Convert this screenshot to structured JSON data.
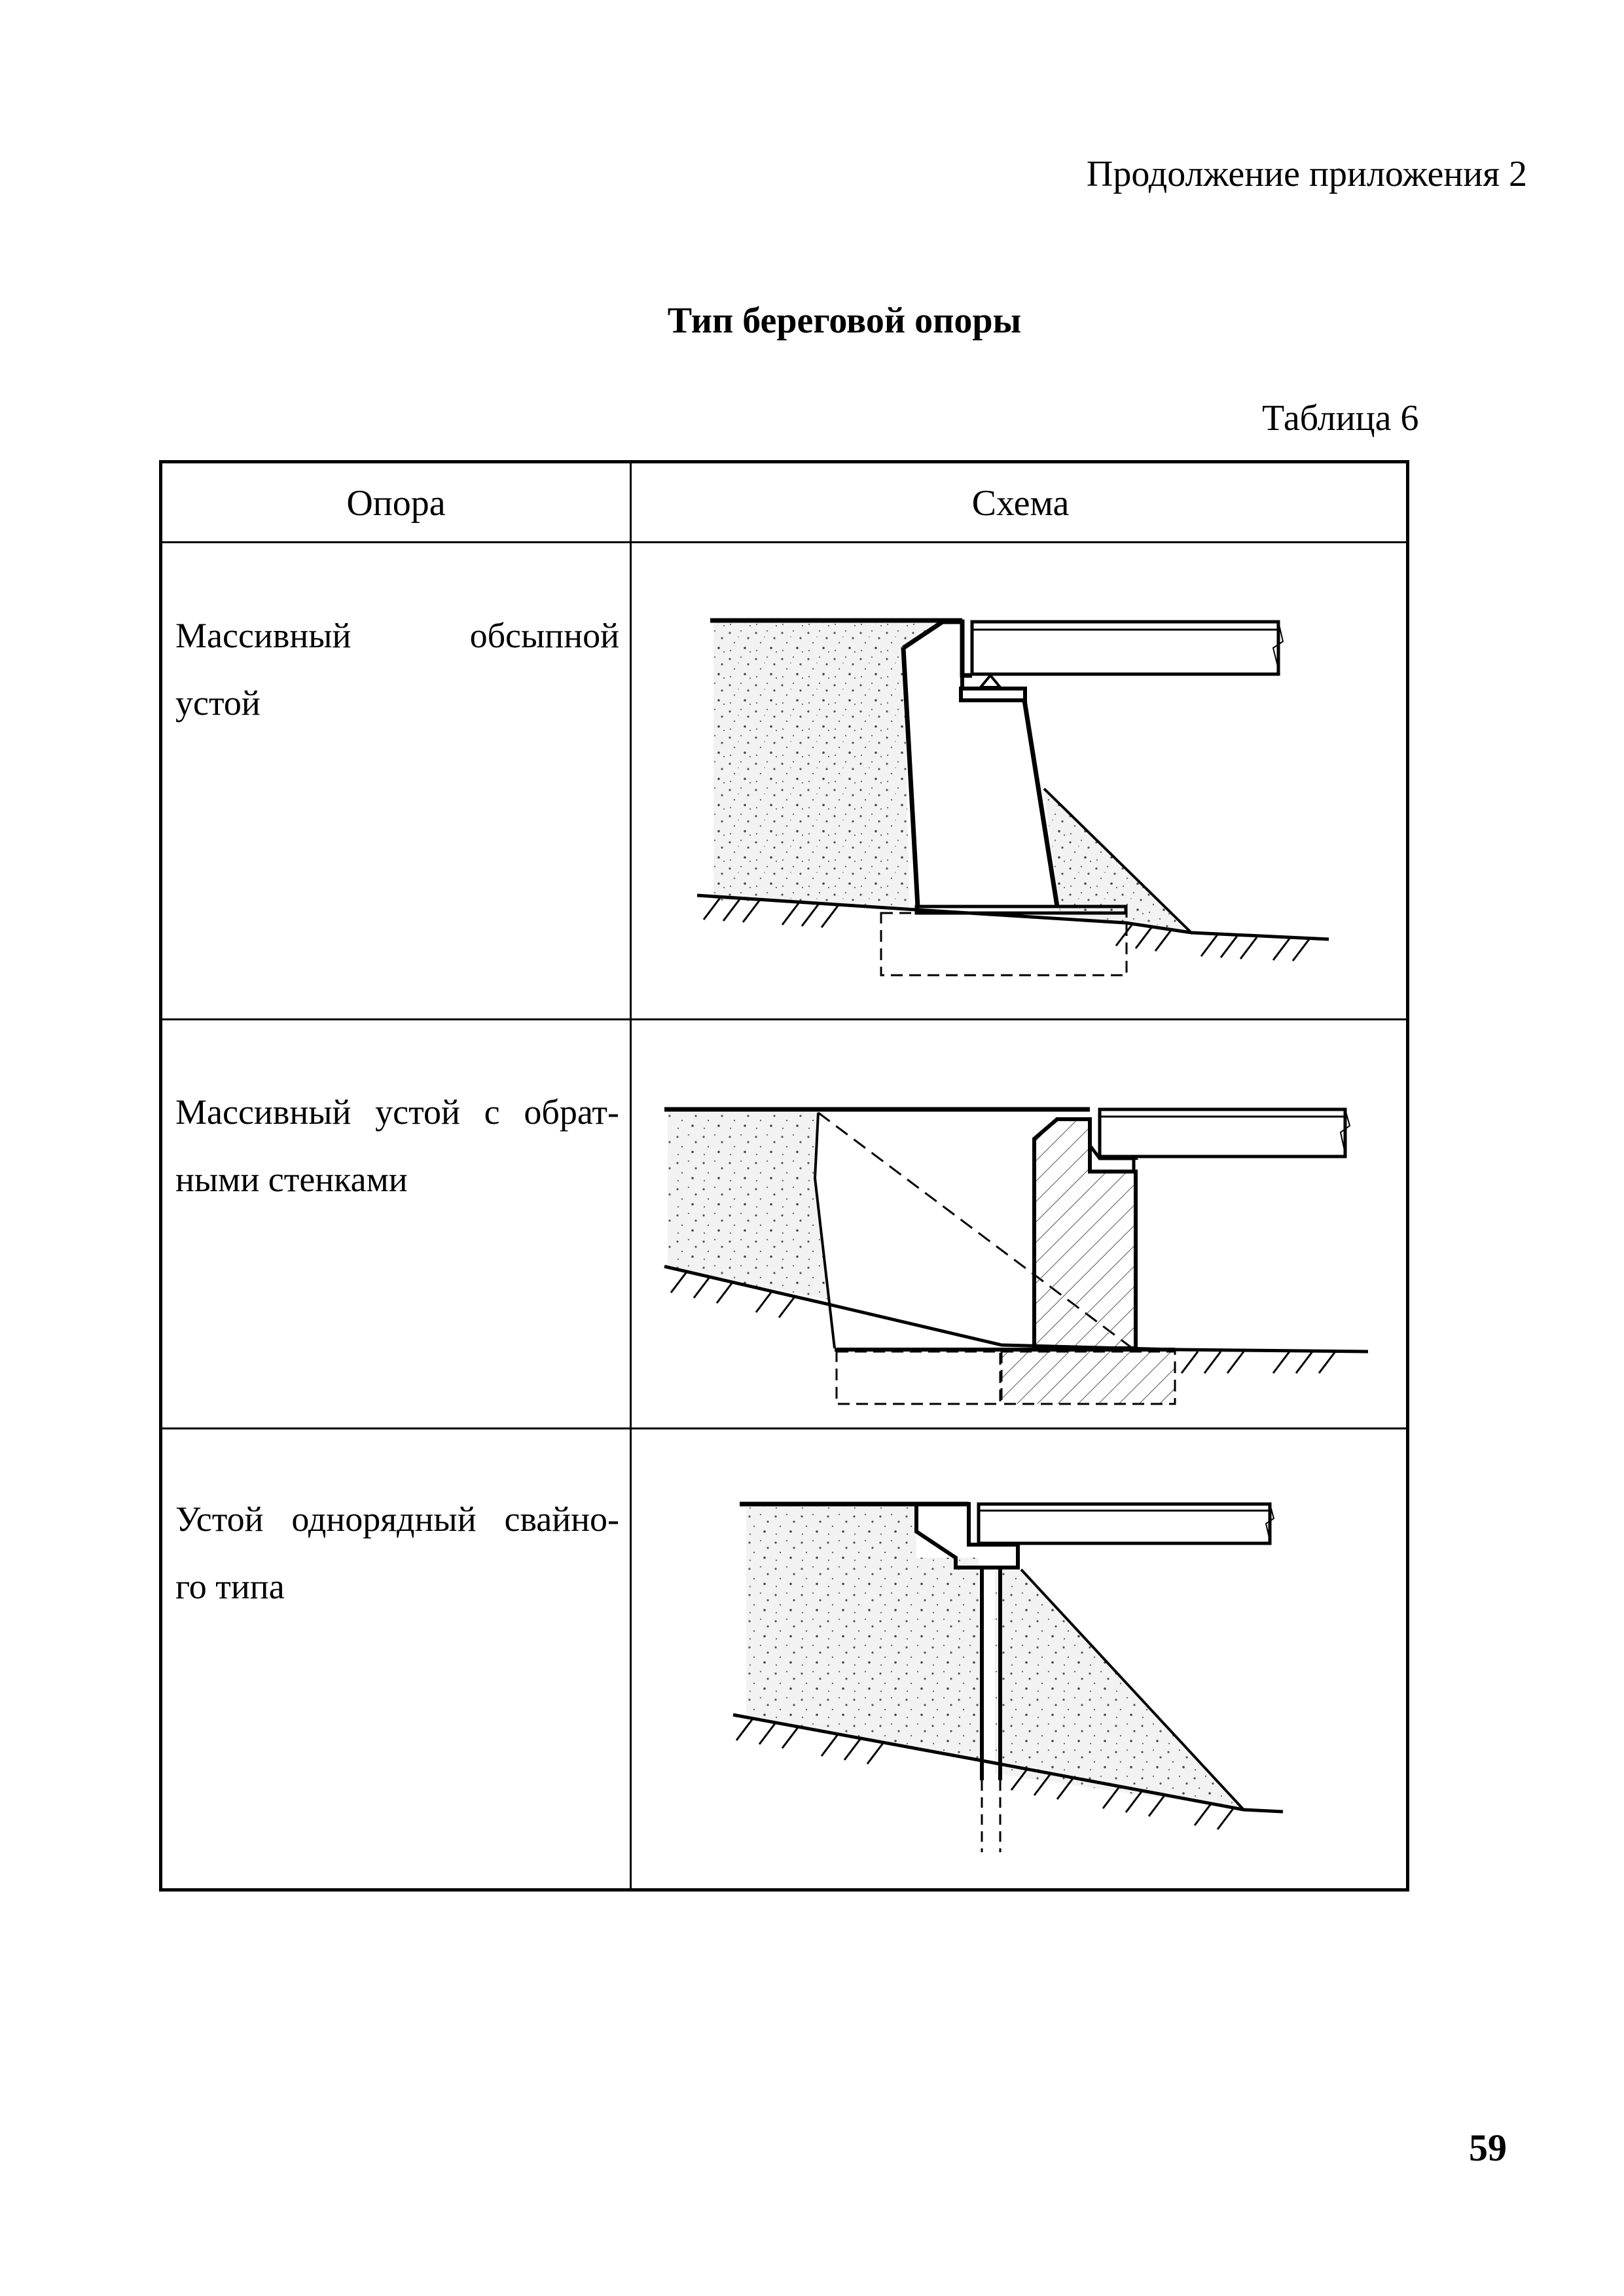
{
  "header": {
    "continuation": "Продолжение приложения 2"
  },
  "title": "Тип береговой опоры",
  "table_label": "Таблица 6",
  "table": {
    "columns": [
      "Опора",
      "Схема"
    ],
    "rows": [
      {
        "line1": "Массивный обсыпной",
        "line2": "устой",
        "scheme_icon": "abutment-backfilled-icon"
      },
      {
        "line1": "Массивный устой с обрат-",
        "line2": "ными стенками",
        "scheme_icon": "abutment-wing-walls-icon"
      },
      {
        "line1": "Устой однорядный свайно-",
        "line2": "го типа",
        "scheme_icon": "abutment-single-row-pile-icon"
      }
    ]
  },
  "page_number": "59"
}
